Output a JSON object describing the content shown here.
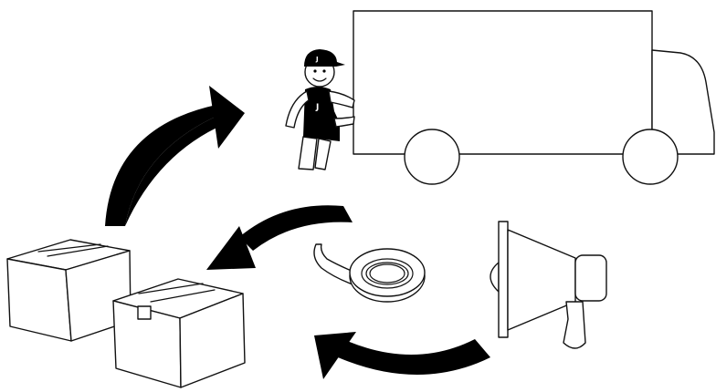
{
  "scene": {
    "elements": [
      "delivery-truck",
      "courier",
      "cardboard-boxes",
      "packing-tape",
      "megaphone",
      "cycle-arrows"
    ],
    "colors": {
      "ink": "#000000",
      "background": "#ffffff"
    }
  }
}
